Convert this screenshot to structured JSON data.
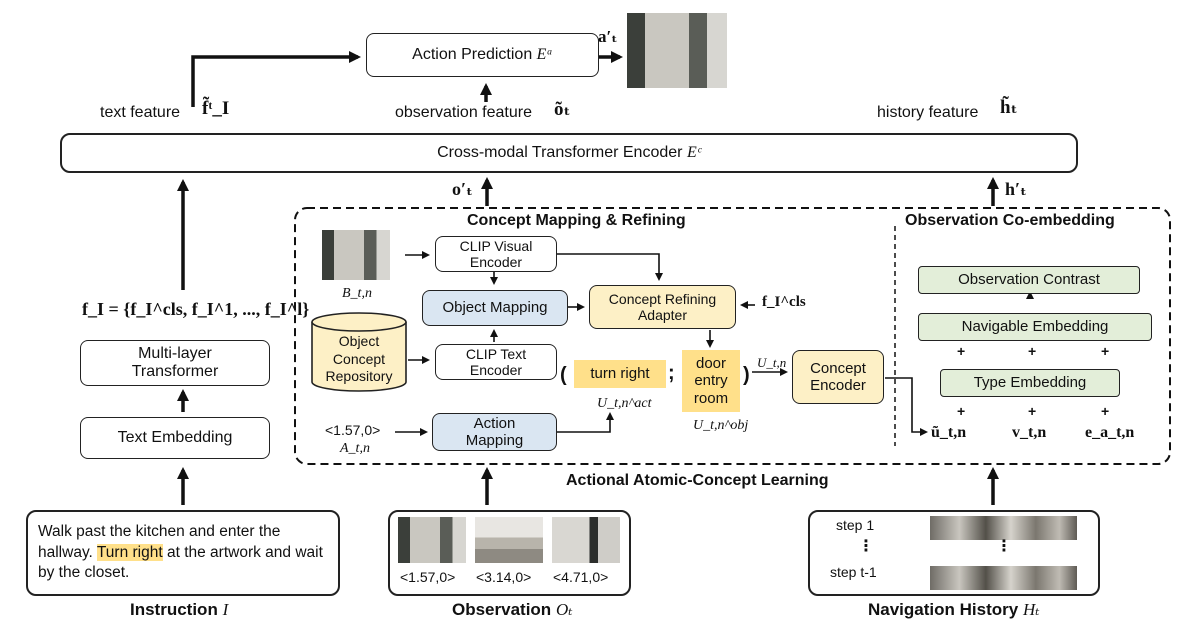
{
  "top": {
    "action_prediction": "Action Prediction",
    "action_prediction_sym": "Eᵃ",
    "action_out": "a′ₜ",
    "text_feature_label": "text feature",
    "text_feature_sym": "f̃ᵗ_I",
    "observation_feature_label": "observation feature",
    "observation_feature_sym": "õₜ",
    "history_feature_label": "history feature",
    "history_feature_sym": "h̃ₜ",
    "encoder_label": "Cross-modal Transformer Encoder",
    "encoder_sym": "Eᶜ",
    "o_prime": "o′ₜ",
    "h_prime": "h′ₜ"
  },
  "left": {
    "fI_formula": "f_I = {f_I^cls, f_I^1, ..., f_I^l}",
    "multilayer_transformer": "Multi-layer Transformer",
    "text_embedding": "Text Embedding",
    "instruction_part1": "Walk past the kitchen and enter the hallway.",
    "instruction_highlight": "Turn right",
    "instruction_part2": "at the artwork and wait by the closet.",
    "instruction_caption": "Instruction",
    "instruction_sym": "I"
  },
  "aacl": {
    "section_title": "Concept Mapping & Refining",
    "bottom_title": "Actional Atomic-Concept Learning",
    "B_sym": "B_t,n",
    "clip_visual": "CLIP Visual Encoder",
    "object_mapping": "Object Mapping",
    "concept_refining": "Concept Refining Adapter",
    "f_cls": "f_I^cls",
    "object_repo": "Object Concept Repository",
    "clip_text": "CLIP Text Encoder",
    "open_paren": "(",
    "turn_right": "turn right",
    "semicolon": ";",
    "door_entry_room": "door entry room",
    "close_paren": ")",
    "U_act": "U_t,n^act",
    "U_obj": "U_t,n^obj",
    "U_tn": "U_t,n",
    "concept_encoder": "Concept Encoder",
    "A_value": "<1.57,0>",
    "A_sym": "A_t,n",
    "action_mapping": "Action Mapping"
  },
  "coembed": {
    "section_title": "Observation Co-embedding",
    "observation_contrast": "Observation Contrast",
    "navigable_embedding": "Navigable Embedding",
    "type_embedding": "Type Embedding",
    "plus": "+",
    "u_sym": "ũ_t,n",
    "v_sym": "v_t,n",
    "e_sym": "e_a_t,n"
  },
  "observation": {
    "angles": [
      "<1.57,0>",
      "<3.14,0>",
      "<4.71,0>"
    ],
    "caption": "Observation",
    "sym": "Oₜ"
  },
  "history": {
    "step1": "step 1",
    "dots": "⋮",
    "step_t1": "step t-1",
    "caption": "Navigation History",
    "sym": "Hₜ"
  }
}
